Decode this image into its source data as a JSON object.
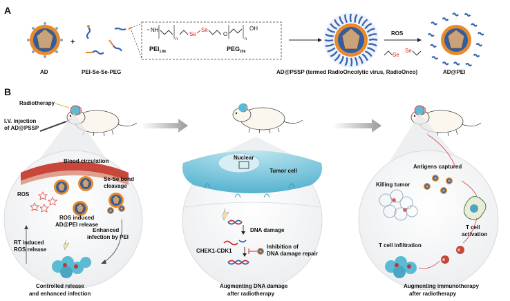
{
  "panel_a": {
    "label": "A",
    "ad_label": "AD",
    "plus": "+",
    "polymer_label": "PEI-Se-Se-PEG",
    "nh": "NH",
    "n1": "n",
    "se1": "Se",
    "se2": "Se",
    "o": "O",
    "n2": "n",
    "oh": "OH",
    "pei_base": "PEI",
    "pei_sub": "1.8k",
    "peg_base": "PEG",
    "peg_sub": "20k",
    "pssp_label": "AD@PSSP (termed RadioOncolytic virus, RadioOnco)",
    "ros": "ROS",
    "se3": "Se",
    "se4": "Se",
    "adpei_label": "AD@PEI"
  },
  "panel_b": {
    "label": "B",
    "radiotherapy": "Radiotherapy",
    "iv1": "I.V. injection",
    "iv2": "of AD@PSSP",
    "blood": "Blood circulation",
    "sese1": "Se-Se bond",
    "sese2": "cleavage",
    "ros": "ROS",
    "ros_ind1": "ROS induced",
    "ros_ind2": "AD@PEI release",
    "enh1": "Enhanced",
    "enh2": "infection  by PEI",
    "rt1": "RT induced",
    "rt2": "ROS release",
    "cap1a": "Controlled release",
    "cap1b": "and enhanced infection",
    "nuclear": "Nuclear",
    "tumor_cell": "Tumor cell",
    "dna_damage": "DNA damage",
    "chek": "CHEK1-CDK1",
    "inhib1": "Inhibition of",
    "inhib2": "DNA damage repair",
    "cap2a": "Augmenting DNA damage",
    "cap2b": "after radiotherapy",
    "antigens": "Antigens captured",
    "killing": "Killing tumor",
    "tcell1": "T cell",
    "tcell2": "activation",
    "infil": "T cell infiltration",
    "cap3a": "Augmenting immunotherapy",
    "cap3b": "after radiotherapy"
  },
  "colors": {
    "virus_blue": "#2d5fa8",
    "virus_orange": "#e8892b",
    "peg_blue": "#3a64b0",
    "red_text": "#d62020",
    "circle_fill": "#f3f4f6",
    "tumor_cyan": "#5bbad4",
    "arrow_gray": "#b8b8b8"
  }
}
